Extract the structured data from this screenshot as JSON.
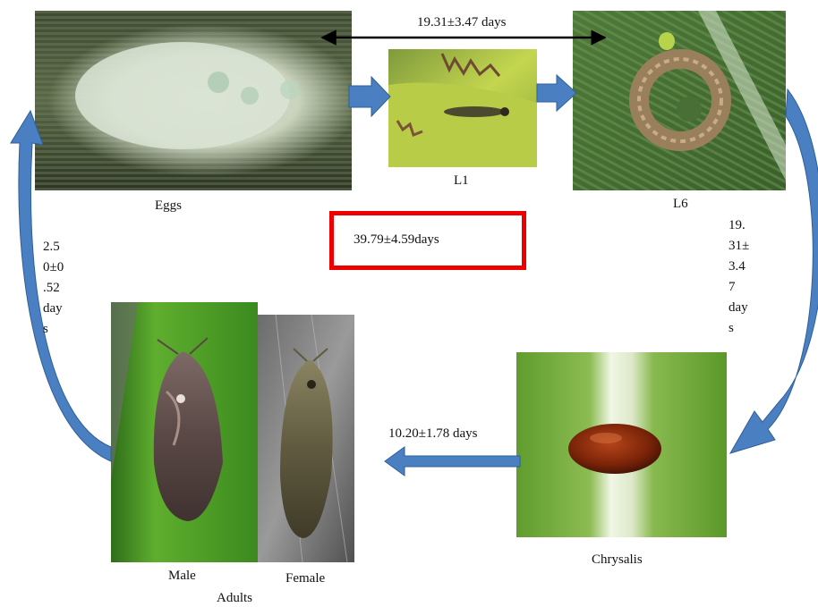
{
  "figure": {
    "stages": {
      "eggs": "Eggs",
      "l1": "L1",
      "l6": "L6",
      "chrysalis": "Chrysalis",
      "male": "Male",
      "female": "Female",
      "adults": "Adults"
    },
    "durations": {
      "egg_to_l6": "19.31±3.47 days",
      "total": "39.79±4.59days",
      "larva_to_pupa": "19.\n31±\n3.4\n7\nday\ns",
      "pupa": "10.20±1.78 days",
      "adult_to_egg": "2.5\n0±0\n.52\nday\ns"
    },
    "colors": {
      "arrow_fill": "#4a7fc1",
      "arrow_stroke": "#2e5f99",
      "total_box_border": "#ee0000",
      "double_arrow": "#000000"
    }
  }
}
